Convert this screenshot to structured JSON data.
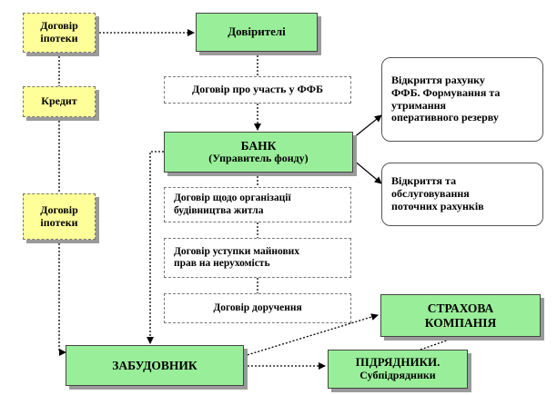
{
  "nodes": {
    "mortgage_top": "Договір іпотеки",
    "credit": "Кредит",
    "mortgage_bottom": "Договір іпотеки",
    "trustees": "Довірителі",
    "fffb_agreement": "Договір про участь  у ФФБ",
    "bank_title": "БАНК",
    "bank_subtitle": "(Управитель фонду)",
    "housing_construction_agreement": "Договір щодо організації\nбудівництва житла",
    "property_rights_assignment": "Договір уступки майнових\nправ на нерухомість",
    "commission_agreement": "Договір доручення",
    "developer": "ЗАБУДОВНИК",
    "insurance_company": "СТРАХОВА\nКОМПАНІЯ",
    "contractors_title": "ПІДРЯДНИКИ.",
    "contractors_subtitle": "Субпідрядники",
    "fffb_account": "Відкриття  рахунку\nФФБ. Формування та\nутримання\nоперативного резерву",
    "current_accounts": "Відкриття  та\nобслуговування\nпоточних рахунків"
  },
  "colors": {
    "yellow_fill": "#ffff99",
    "green_fill": "#99ee99",
    "shadow": "#9a9a9a"
  }
}
